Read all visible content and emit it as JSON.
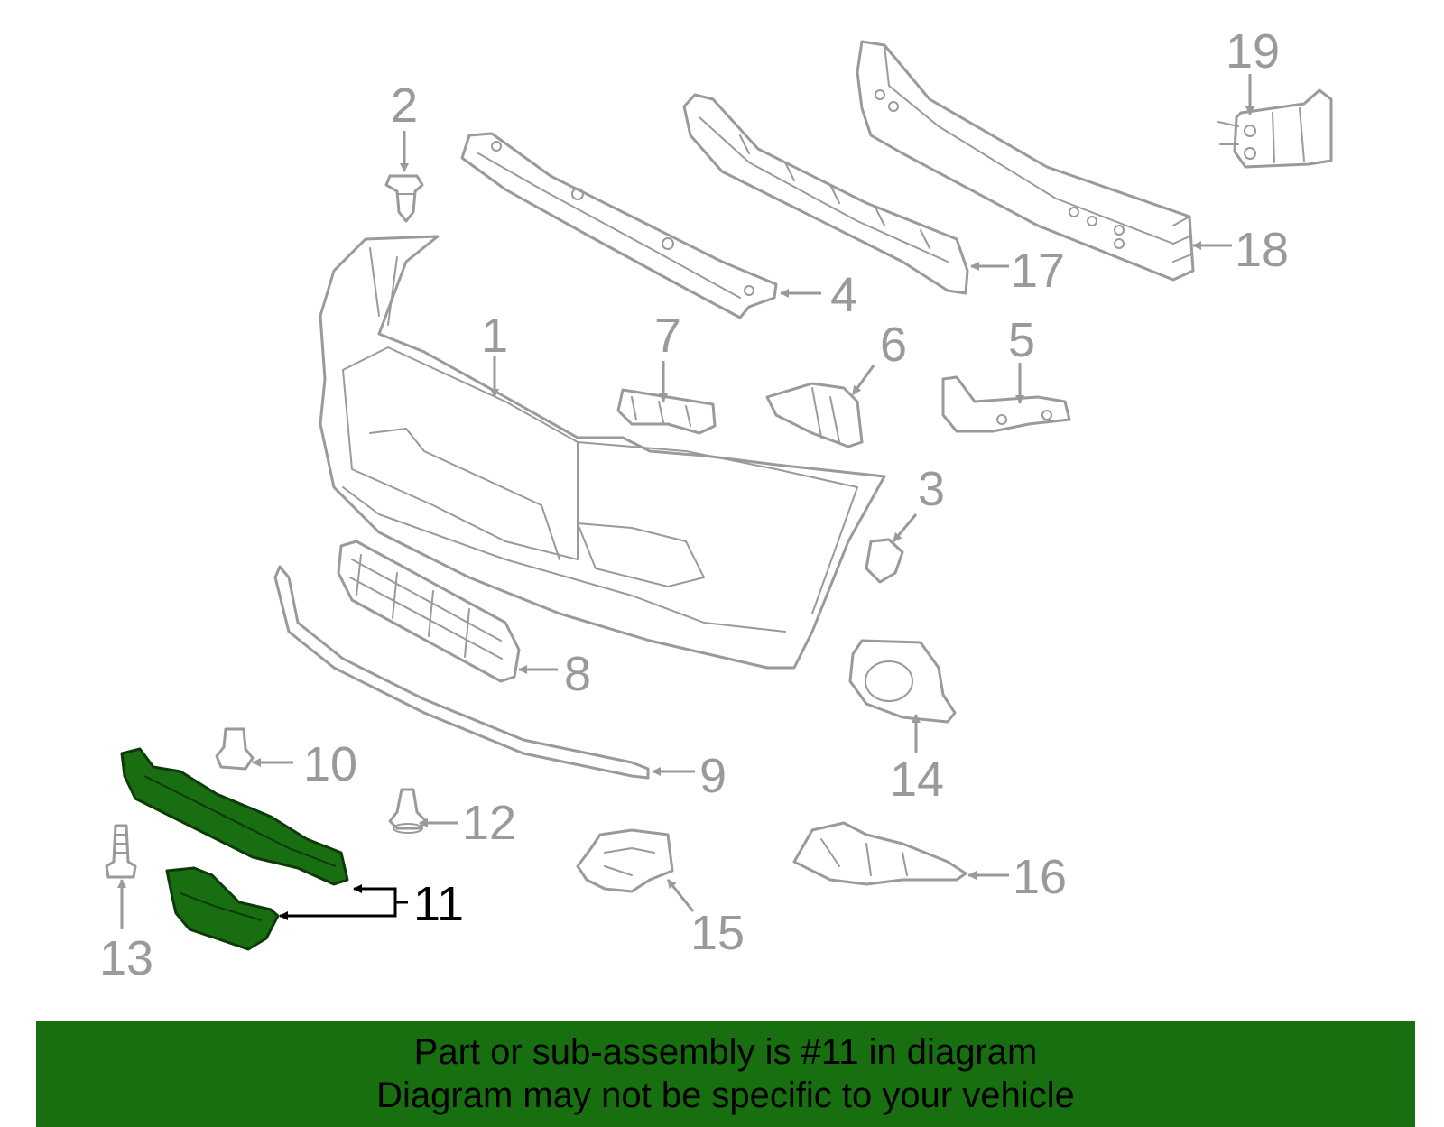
{
  "callouts": {
    "c1": "1",
    "c2": "2",
    "c3": "3",
    "c4": "4",
    "c5": "5",
    "c6": "6",
    "c7": "7",
    "c8": "8",
    "c9": "9",
    "c10": "10",
    "c11": "11",
    "c12": "12",
    "c13": "13",
    "c14": "14",
    "c15": "15",
    "c16": "16",
    "c17": "17",
    "c18": "18",
    "c19": "19"
  },
  "highlighted_part": "11",
  "colors": {
    "highlight": "#1a6e12",
    "banner": "#176f10",
    "line_art": "#9a9a9a"
  },
  "banner": {
    "line1": "Part or sub-assembly is #11 in diagram",
    "line2": "Diagram may not be specific to your vehicle"
  }
}
